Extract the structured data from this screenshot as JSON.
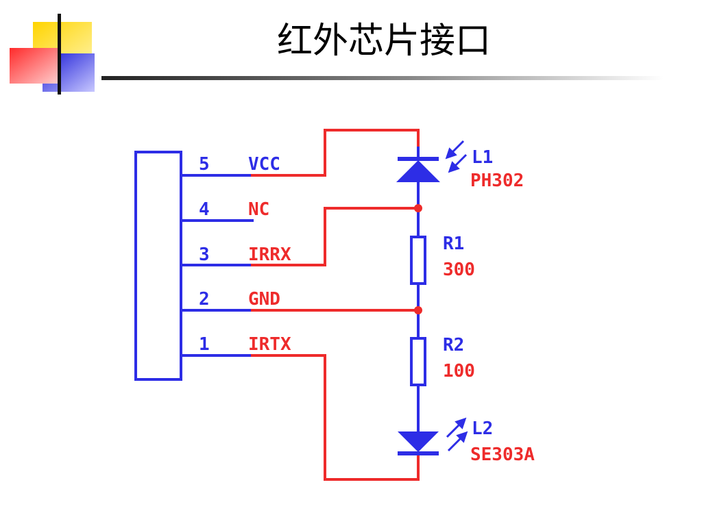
{
  "slide": {
    "title": "红外芯片接口"
  },
  "colors": {
    "blue": "#2d2de6",
    "red": "#ee2b2b",
    "connector_fill": "#ffffff"
  },
  "connector": {
    "pins": [
      {
        "number": "5",
        "name": "VCC"
      },
      {
        "number": "4",
        "name": "NC"
      },
      {
        "number": "3",
        "name": "IRRX"
      },
      {
        "number": "2",
        "name": "GND"
      },
      {
        "number": "1",
        "name": "IRTX"
      }
    ]
  },
  "components": {
    "l1": {
      "ref": "L1",
      "part": "PH302"
    },
    "r1": {
      "ref": "R1",
      "value": "300"
    },
    "r2": {
      "ref": "R2",
      "value": "100"
    },
    "l2": {
      "ref": "L2",
      "part": "SE303A"
    }
  }
}
